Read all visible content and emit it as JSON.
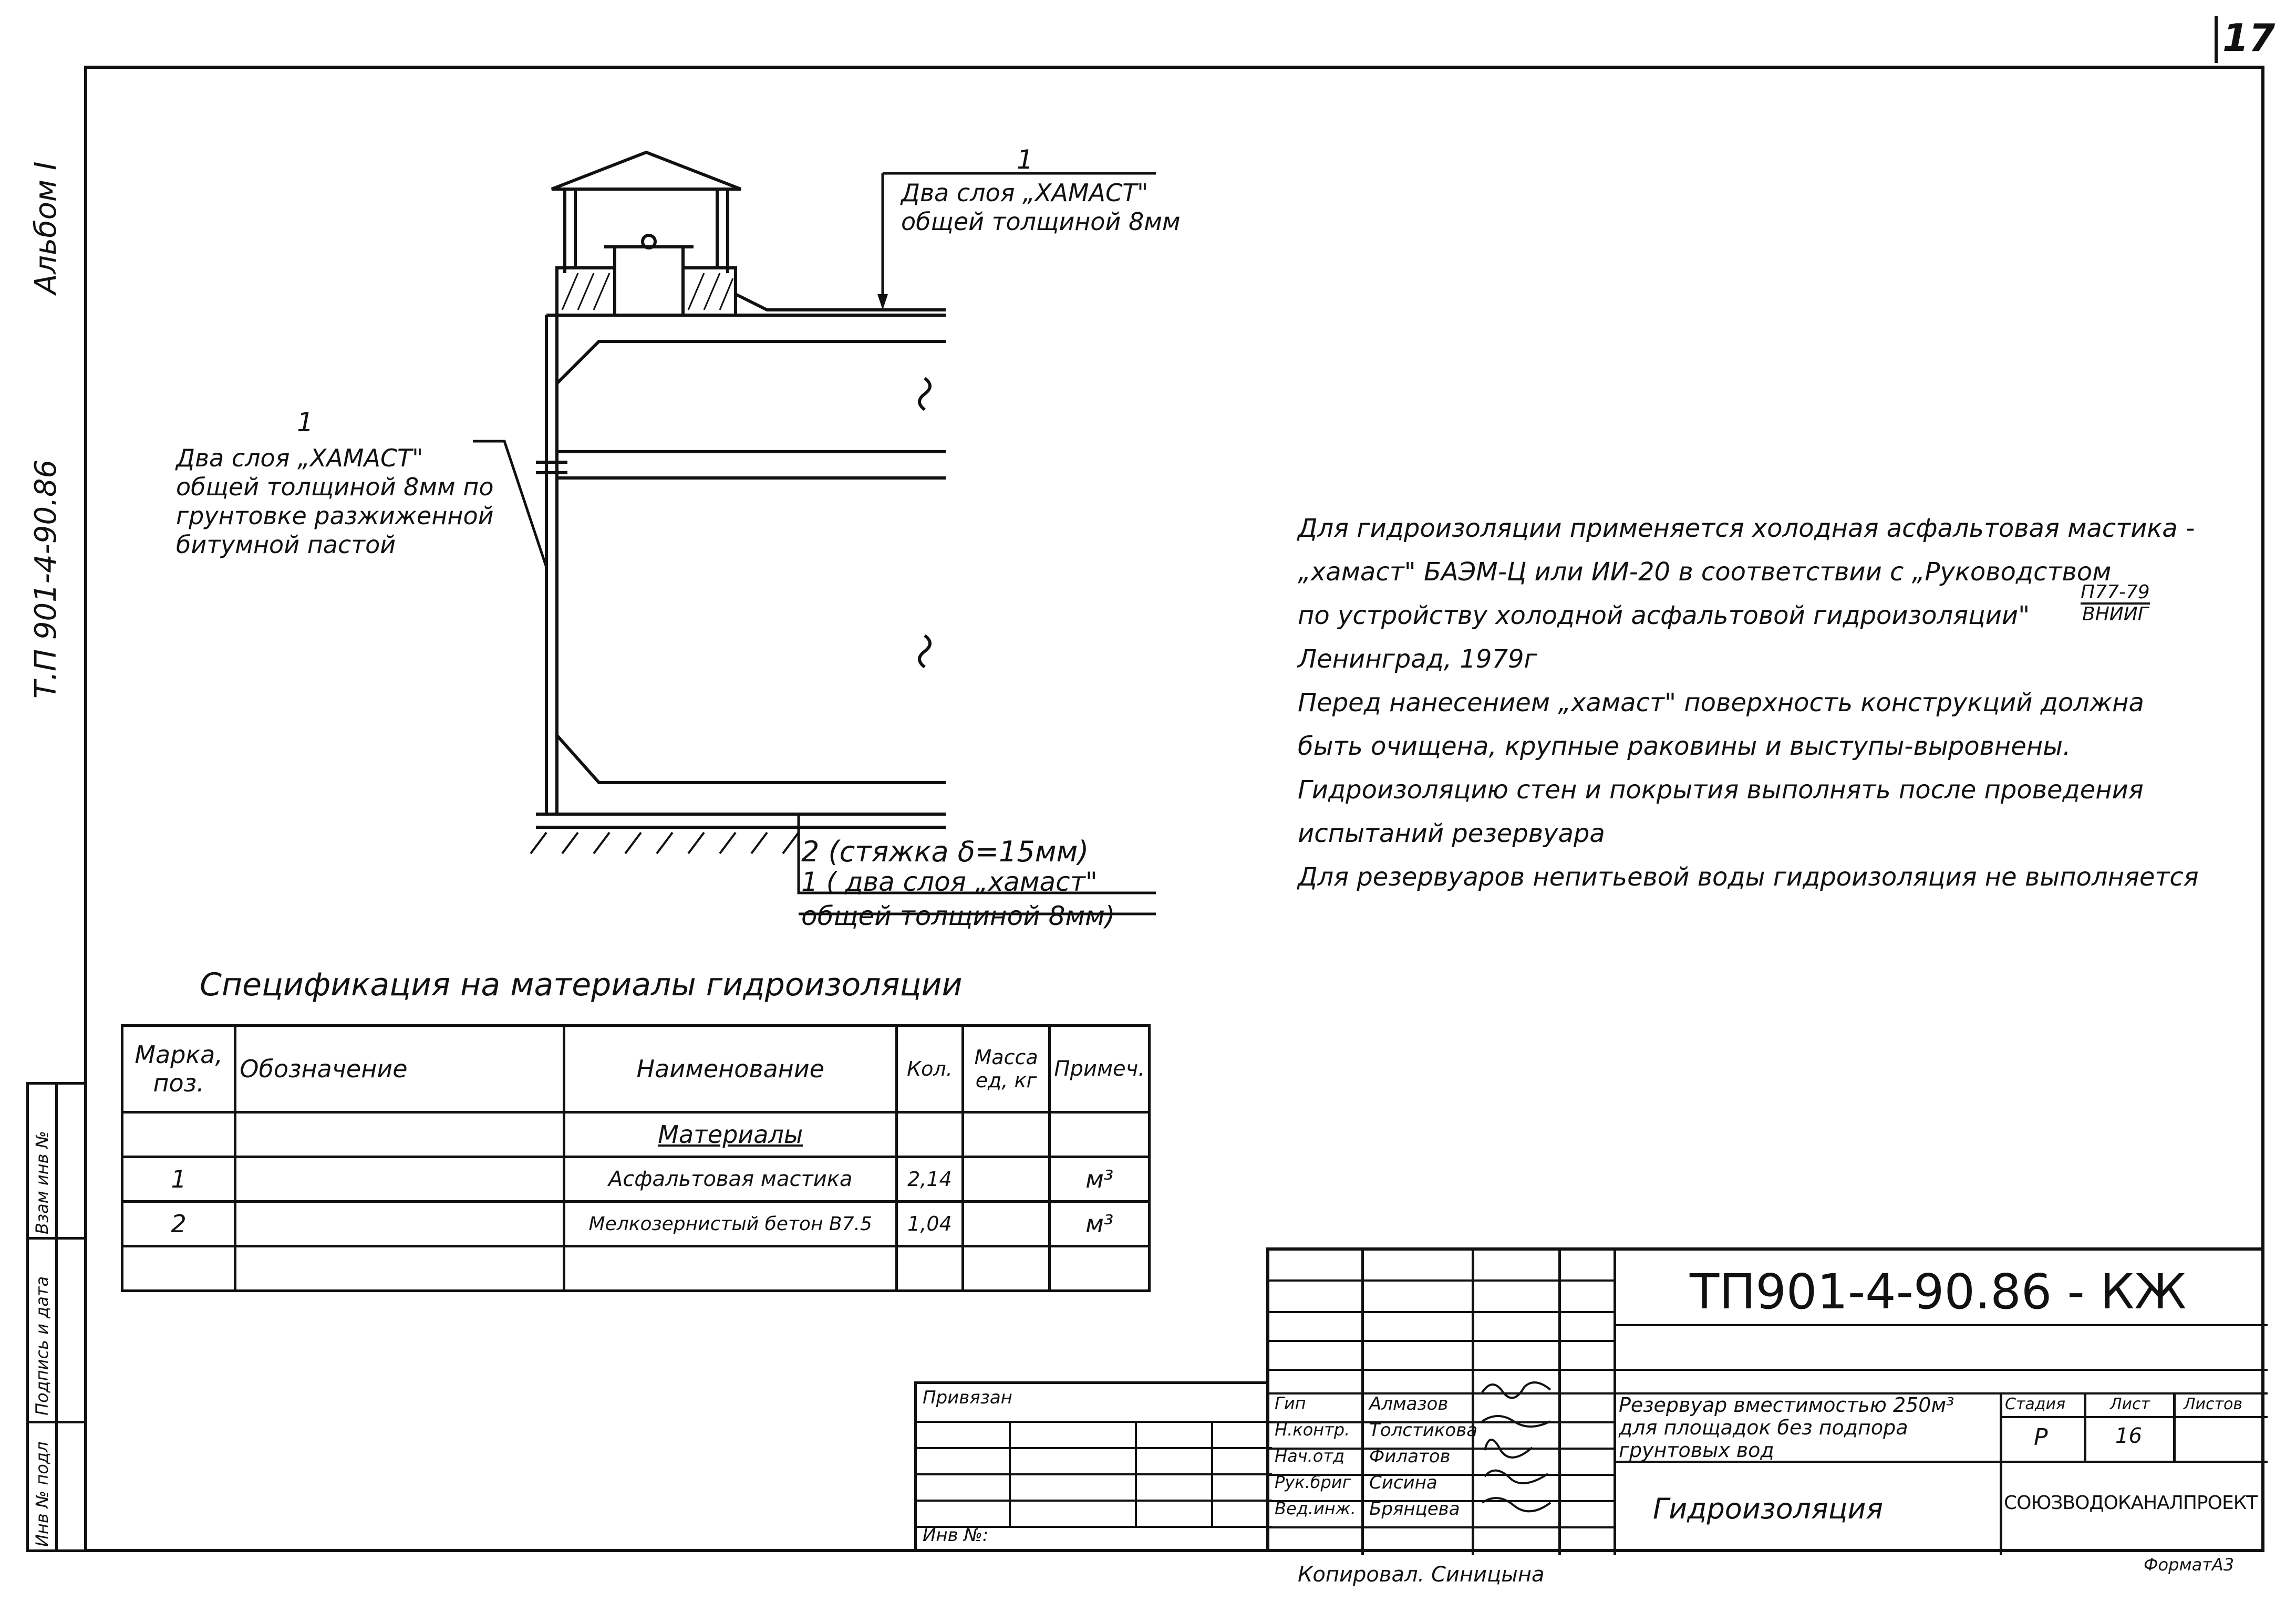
{
  "page_number": "17",
  "margin_stamps": {
    "album": "Альбом I",
    "doc_code": "Т.П 901-4-90.86",
    "inv_orig": "Инв № подл",
    "sign_date": "Подпись и дата",
    "inv_replace": "Взам инв №"
  },
  "drawing": {
    "callout_top_num": "1",
    "callout_top_line1": "Два слоя „ХАМАСТ\"",
    "callout_top_line2": "общей толщиной 8мм",
    "callout_left_num": "1",
    "callout_left_line1": "Два слоя „ХАМАСТ\"",
    "callout_left_line2": "общей толщиной 8мм по",
    "callout_left_line3": "грунтовке разжиженной",
    "callout_left_line4": "битумной пастой",
    "callout_bottom_line1": "2 (стяжка δ=15мм)",
    "callout_bottom_line2": "1 ( два слоя „хамаст\"",
    "callout_bottom_line3": "общей толщиной 8мм)"
  },
  "notes": [
    "Для гидроизоляции применяется холодная асфальтовая мастика -",
    "„хамаст\" БАЭМ-Ц или ИИ-20 в соответствии с „Руководством",
    "по устройству холодной асфальтовой гидроизоляции\"",
    "Ленинград, 1979г",
    "Перед нанесением „хамаст\" поверхность конструкций должна",
    "быть очищена, крупные раковины и выступы-выровнены.",
    "Гидроизоляцию стен и покрытия выполнять после проведения",
    "испытаний резервуара",
    "Для резервуаров непитьевой воды гидроизоляция не выполняется"
  ],
  "notes_fraction_top": "П77-79",
  "notes_fraction_bottom": "ВНИИГ",
  "spec": {
    "title": "Спецификация на материалы гидроизоляции",
    "headers": [
      "Марка, поз.",
      "Обозначение",
      "Наименование",
      "Кол.",
      "Масса ед, кг",
      "Примеч."
    ],
    "section": "Материалы",
    "rows": [
      {
        "pos": "1",
        "name": "Асфальтовая мастика",
        "qty": "2,14",
        "unit": "м³"
      },
      {
        "pos": "2",
        "name": "Мелкозернистый бетон В7.5",
        "qty": "1,04",
        "unit": "м³"
      }
    ]
  },
  "title_block": {
    "doc_code": "ТП901-4-90.86 - КЖ",
    "attached": "Привязан",
    "inv_no": "Инв №:",
    "roles": [
      "Гип",
      "Н.контр.",
      "Нач.отд",
      "Рук.бриг",
      "Вед.инж."
    ],
    "names": [
      "Алмазов",
      "Толстикова",
      "Филатов",
      "Сисина",
      "Брянцева"
    ],
    "object_line1": "Резервуар вместимостью 250м³",
    "object_line2": "для площадок без подпора",
    "object_line3": "грунтовых вод",
    "sheet_title": "Гидроизоляция",
    "stage_label": "Стадия",
    "sheet_label": "Лист",
    "sheets_label": "Листов",
    "stage": "Р",
    "sheet": "16",
    "org": "СОЮЗВОДОКАНАЛПРОЕКТ"
  },
  "footer": {
    "copied": "Копировал. Синицына",
    "format": "ФорматА3"
  }
}
